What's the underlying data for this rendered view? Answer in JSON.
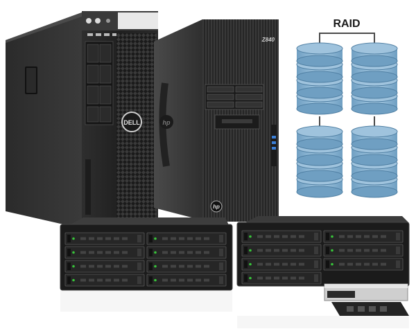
{
  "diagram": {
    "title": "RAID"
  },
  "brands": {
    "dell_logo": "DELL",
    "hp_logo": "hp",
    "hp_model": "Z840"
  },
  "colors": {
    "disk_blue": "#9fc3dd",
    "disk_blue_dark": "#6f9fc2",
    "tower_black": "#1e1e1e",
    "line_gray": "#4a4a4a",
    "led_green": "#38c43a"
  },
  "icons": [
    "dell-logo-icon",
    "hp-logo-icon",
    "disk-stack-icon"
  ]
}
